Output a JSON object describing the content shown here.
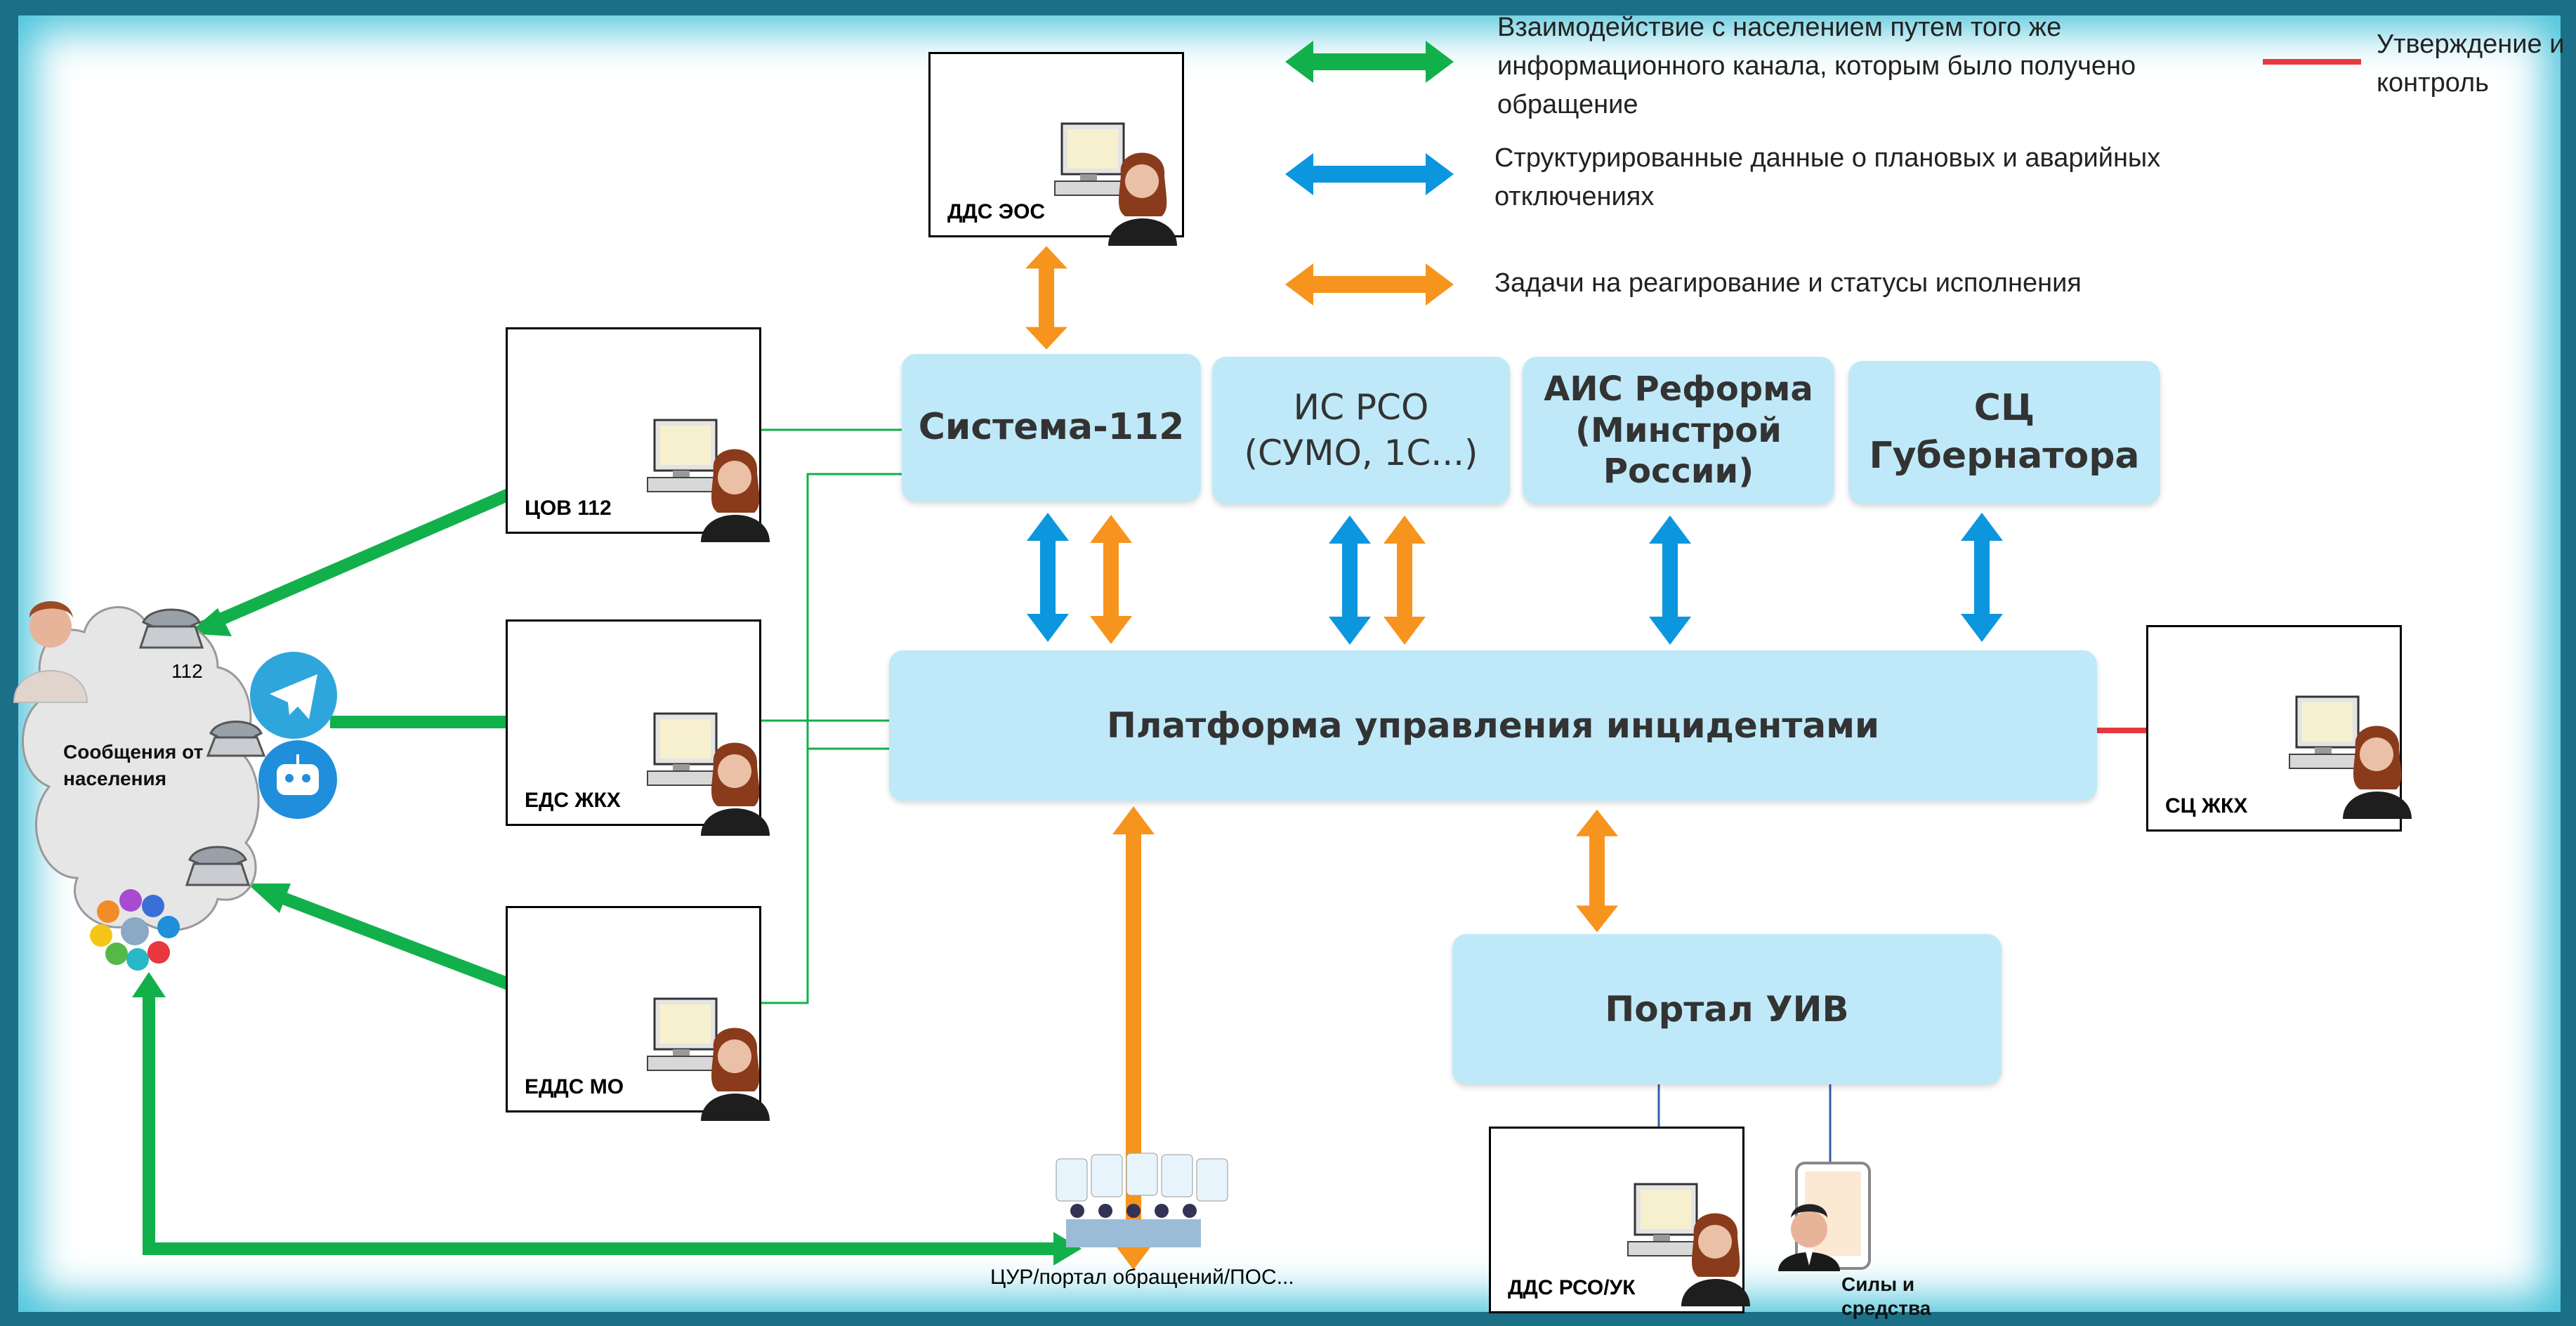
{
  "legend": {
    "green": "Взаимодействие с населением путем того же информационного канала, которым было получено обращение",
    "blue": "Структурированные данные о плановых и аварийных отключениях",
    "orange": "Задачи на реагирование и статусы исполнения",
    "red": "Утверждение и контроль"
  },
  "operators": {
    "dds_eos": "ДДС ЭОС",
    "tsov112": "ЦОВ 112",
    "eds_zhkh": "ЕДС ЖКХ",
    "edds_mo": "ЕДДС МО",
    "sc_zhkh": "СЦ ЖКХ",
    "dds_rso": "ДДС РСО/УК"
  },
  "systems": {
    "sistema112": "Система-112",
    "is_rso": "ИС РСО\n(СУМО, 1С...)",
    "ais": "АИС Реформа\n(Минстрой\nРоссии)",
    "sc_gub": "СЦ\nГубернатора",
    "platform": "Платформа управления инцидентами",
    "portal": "Портал УИВ"
  },
  "population": {
    "cloud_label": "Сообщения от населения",
    "phone_112": "112"
  },
  "bottom": {
    "citizen_portal": "ЦУР/портал обращений/ПОС...",
    "forces": "Силы и средства"
  },
  "colors": {
    "green": "#12b04a",
    "blue": "#0b96de",
    "orange": "#f7941d",
    "red": "#e8373f",
    "node_fill": "#bfe9f8"
  }
}
